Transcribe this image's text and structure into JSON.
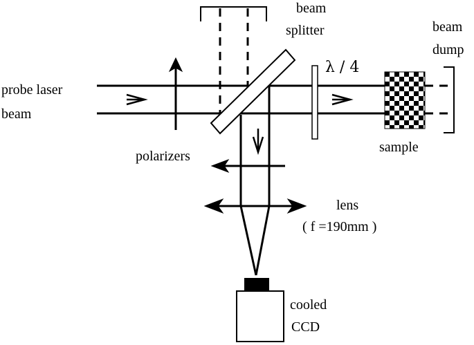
{
  "labels": {
    "probe_line1": "probe laser",
    "probe_line2": "beam",
    "splitter_line1": "beam",
    "splitter_line2": "splitter",
    "dump_line1": "beam",
    "dump_line2": "dump",
    "waveplate": "λ / 4",
    "polarizers": "polarizers",
    "sample": "sample",
    "lens": "lens",
    "focal": "( f =190mm )",
    "ccd_line1": "cooled",
    "ccd_line2": "CCD"
  },
  "colors": {
    "ink": "#000000",
    "paper": "#ffffff"
  }
}
